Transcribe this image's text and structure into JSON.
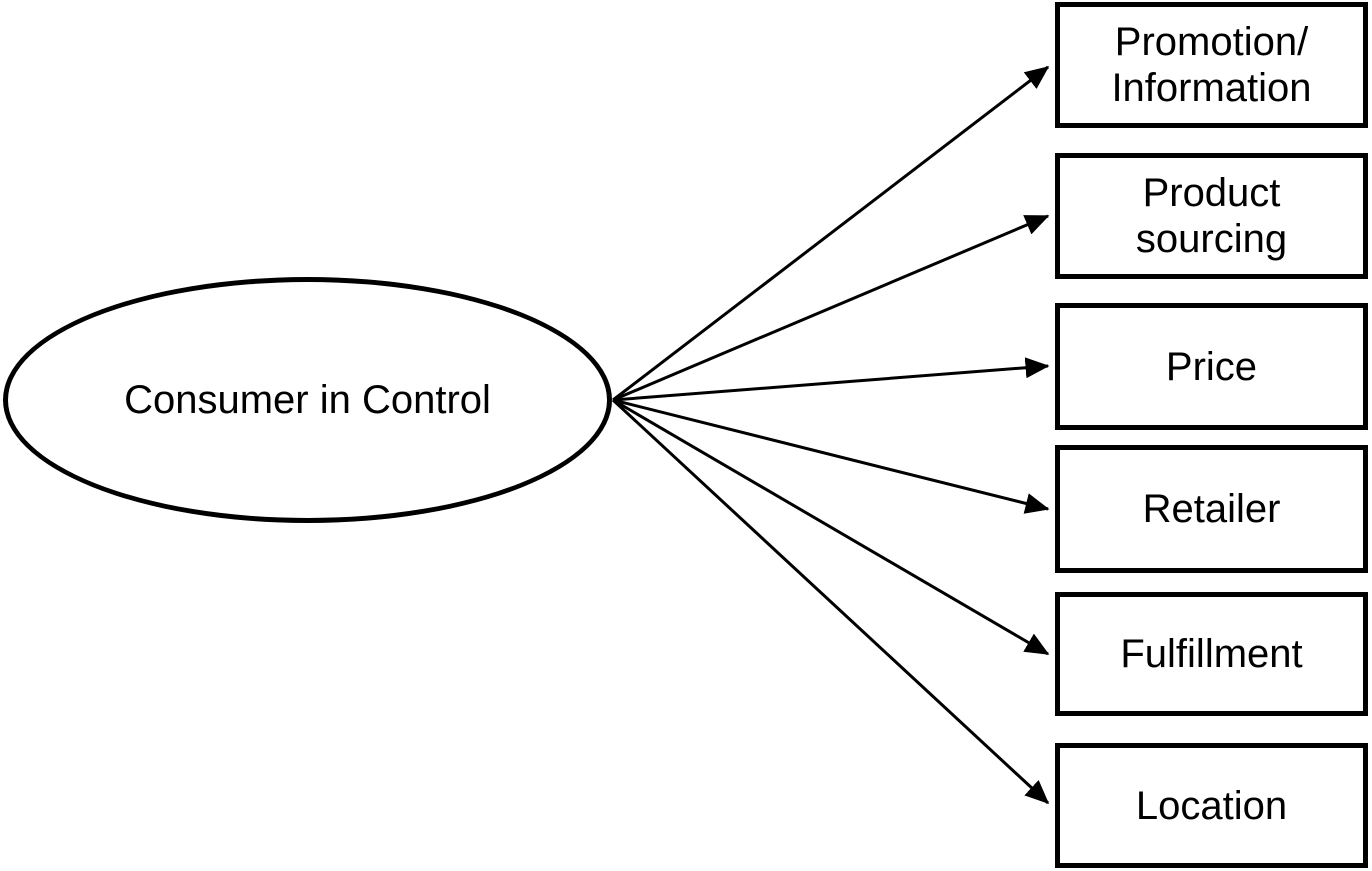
{
  "colors": {
    "background": "#ffffff",
    "stroke": "#000000",
    "text": "#000000"
  },
  "diagram": {
    "type": "concept-map",
    "source": {
      "label": "Consumer in Control",
      "shape": "ellipse"
    },
    "targets": [
      {
        "label": "Promotion/\nInformation",
        "shape": "rectangle"
      },
      {
        "label": "Product\nsourcing",
        "shape": "rectangle"
      },
      {
        "label": "Price",
        "shape": "rectangle"
      },
      {
        "label": "Retailer",
        "shape": "rectangle"
      },
      {
        "label": "Fulfillment",
        "shape": "rectangle"
      },
      {
        "label": "Location",
        "shape": "rectangle"
      }
    ],
    "connections": [
      {
        "from": "Consumer in Control",
        "to": "Promotion/Information",
        "style": "arrow"
      },
      {
        "from": "Consumer in Control",
        "to": "Product sourcing",
        "style": "arrow"
      },
      {
        "from": "Consumer in Control",
        "to": "Price",
        "style": "arrow"
      },
      {
        "from": "Consumer in Control",
        "to": "Retailer",
        "style": "arrow"
      },
      {
        "from": "Consumer in Control",
        "to": "Fulfillment",
        "style": "arrow"
      },
      {
        "from": "Consumer in Control",
        "to": "Location",
        "style": "arrow"
      }
    ]
  }
}
